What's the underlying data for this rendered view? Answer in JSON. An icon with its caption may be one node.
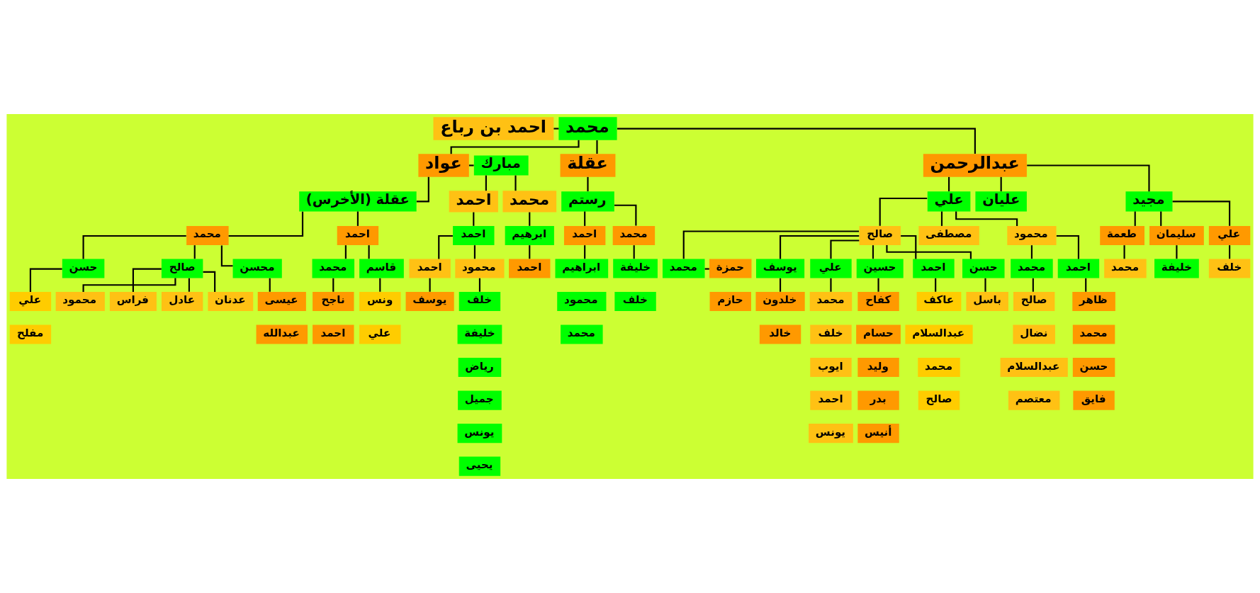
{
  "diagram": {
    "nodes": [
      {
        "text": [
          "احمد بن رباع"
        ]
      },
      {
        "text": [
          "محمد"
        ]
      },
      {
        "text": [
          "عواد"
        ]
      },
      {
        "text": [
          "مبارك"
        ]
      },
      {
        "text": [
          "عقلة"
        ]
      },
      {
        "text": [
          "عبدالرحمن"
        ]
      },
      {
        "text": [
          "عقلة (الأخرس)"
        ]
      },
      {
        "text": [
          "محمد"
        ]
      },
      {
        "text": [
          "احمد"
        ]
      },
      {
        "text": [
          "محسن"
        ]
      },
      {
        "text": [
          "حسن"
        ]
      },
      {
        "text": [
          "صالح"
        ]
      },
      {
        "text": [
          "عيسى"
        ]
      },
      {
        "text": [
          "عبدالله"
        ]
      },
      {
        "text": [
          "علي"
        ]
      },
      {
        "text": [
          "مفلح"
        ]
      },
      {
        "text": [
          "محمد"
        ]
      },
      {
        "text": [
          "قاسم"
        ]
      },
      {
        "text": [
          "ناجح"
        ]
      },
      {
        "text": [
          "احمد"
        ]
      },
      {
        "text": [
          "ونس"
        ]
      },
      {
        "text": [
          "علي"
        ]
      },
      {
        "text": [
          "فراس"
        ]
      },
      {
        "text": [
          "عادل"
        ]
      },
      {
        "text": [
          "عدنان"
        ]
      },
      {
        "text": [
          "محمود"
        ]
      },
      {
        "text": [
          "محمد"
        ]
      },
      {
        "text": [
          "احمد"
        ]
      },
      {
        "text": [
          "ابرهيم"
        ]
      },
      {
        "text": [
          "احمد"
        ]
      },
      {
        "text": [
          "احمد"
        ]
      },
      {
        "text": [
          "احمد"
        ]
      },
      {
        "text": [
          "محمود"
        ]
      },
      {
        "text": [
          "يوسف"
        ]
      },
      {
        "text": [
          "خلف"
        ]
      },
      {
        "text": [
          "خليفة"
        ]
      },
      {
        "text": [
          "رياض"
        ]
      },
      {
        "text": [
          "جميل"
        ]
      },
      {
        "text": [
          "يونس"
        ]
      },
      {
        "text": [
          "يحيى"
        ]
      },
      {
        "text": [
          "رستم"
        ]
      },
      {
        "text": [
          "احمد"
        ]
      },
      {
        "text": [
          "محمد"
        ]
      },
      {
        "text": [
          "ابراهيم"
        ]
      },
      {
        "text": [
          "محمود"
        ]
      },
      {
        "text": [
          "محمد"
        ]
      },
      {
        "text": [
          "خليفة"
        ]
      },
      {
        "text": [
          "خلف"
        ]
      },
      {
        "text": [
          "مجيد"
        ]
      },
      {
        "text": [
          "علي"
        ]
      },
      {
        "text": [
          "عليان"
        ]
      },
      {
        "text": [
          "طعمة"
        ]
      },
      {
        "text": [
          "سليمان"
        ]
      },
      {
        "text": [
          "علي"
        ]
      },
      {
        "text": [
          "محمد"
        ]
      },
      {
        "text": [
          "خليفة"
        ]
      },
      {
        "text": [
          "خلف"
        ]
      },
      {
        "text": [
          "صالح"
        ]
      },
      {
        "text": [
          "مصطفى"
        ]
      },
      {
        "text": [
          "محمود"
        ]
      },
      {
        "text": [
          "محمد"
        ]
      },
      {
        "text": [
          "حمزة"
        ]
      },
      {
        "text": [
          "حازم"
        ]
      },
      {
        "text": [
          "احمد"
        ]
      },
      {
        "text": [
          "يوسف"
        ]
      },
      {
        "text": [
          "حسن"
        ]
      },
      {
        "text": [
          "حسين"
        ]
      },
      {
        "text": [
          "علي"
        ]
      },
      {
        "text": [
          "عاكف"
        ]
      },
      {
        "text": [
          "عبدالسلام"
        ]
      },
      {
        "text": [
          "محمد"
        ]
      },
      {
        "text": [
          "صالح"
        ]
      },
      {
        "text": [
          "خلدون"
        ]
      },
      {
        "text": [
          "خالد"
        ]
      },
      {
        "text": [
          "باسل"
        ]
      },
      {
        "text": [
          "كفاح"
        ]
      },
      {
        "text": [
          "حسام"
        ]
      },
      {
        "text": [
          "وليد"
        ]
      },
      {
        "text": [
          "بدر"
        ]
      },
      {
        "text": [
          "أنيس"
        ]
      },
      {
        "text": [
          "محمد"
        ]
      },
      {
        "text": [
          "خلف"
        ]
      },
      {
        "text": [
          "ايوب"
        ]
      },
      {
        "text": [
          "احمد"
        ]
      },
      {
        "text": [
          "يونس"
        ]
      },
      {
        "text": [
          "احمد"
        ]
      },
      {
        "text": [
          "محمد"
        ]
      },
      {
        "text": [
          "ظاهر"
        ]
      },
      {
        "text": [
          "محمد"
        ]
      },
      {
        "text": [
          "حسن"
        ]
      },
      {
        "text": [
          "فايق"
        ]
      },
      {
        "text": [
          "صالح"
        ]
      },
      {
        "text": [
          "نضال"
        ]
      },
      {
        "text": [
          "عبدالسلام"
        ]
      },
      {
        "text": [
          "معتصم"
        ]
      }
    ],
    "edges": [
      {
        "from": 0,
        "to": 1,
        "arrow": "none"
      },
      {
        "from": 1,
        "to": 2,
        "arrow": "none"
      },
      {
        "from": 1,
        "to": 4,
        "arrow": "none"
      },
      {
        "from": 1,
        "to": 5,
        "arrow": "none"
      },
      {
        "from": 2,
        "to": 3,
        "arrow": "none"
      },
      {
        "from": 2,
        "to": 6,
        "arrow": "none"
      },
      {
        "from": 6,
        "to": 7,
        "arrow": "none"
      },
      {
        "from": 6,
        "to": 8,
        "arrow": "none"
      },
      {
        "from": 7,
        "to": 9,
        "arrow": "none"
      },
      {
        "from": 7,
        "to": 11,
        "arrow": "none"
      },
      {
        "from": 7,
        "to": 10,
        "arrow": "none"
      },
      {
        "from": 8,
        "to": 16,
        "arrow": "none"
      },
      {
        "from": 8,
        "to": 17,
        "arrow": "none"
      },
      {
        "from": 9,
        "to": 12,
        "arrow": "none"
      },
      {
        "from": 10,
        "to": 14,
        "arrow": "none"
      },
      {
        "from": 16,
        "to": 18,
        "arrow": "none"
      },
      {
        "from": 17,
        "to": 20,
        "arrow": "none"
      },
      {
        "from": 11,
        "to": 22,
        "arrow": "none"
      },
      {
        "from": 11,
        "to": 23,
        "arrow": "none"
      },
      {
        "from": 11,
        "to": 24,
        "arrow": "none"
      },
      {
        "from": 11,
        "to": 25,
        "arrow": "none"
      },
      {
        "from": 3,
        "to": 26,
        "arrow": "none"
      },
      {
        "from": 3,
        "to": 27,
        "arrow": "none"
      },
      {
        "from": 26,
        "to": 28,
        "arrow": "none"
      },
      {
        "from": 28,
        "to": 29,
        "arrow": "none"
      },
      {
        "from": 27,
        "to": 30,
        "arrow": "none"
      },
      {
        "from": 30,
        "to": 31,
        "arrow": "none"
      },
      {
        "from": 30,
        "to": 32,
        "arrow": "none"
      },
      {
        "from": 31,
        "to": 33,
        "arrow": "none"
      },
      {
        "from": 32,
        "to": 34,
        "arrow": "none"
      },
      {
        "from": 4,
        "to": 40,
        "arrow": "none"
      },
      {
        "from": 40,
        "to": 41,
        "arrow": "none"
      },
      {
        "from": 40,
        "to": 42,
        "arrow": "none"
      },
      {
        "from": 41,
        "to": 43,
        "arrow": "none"
      },
      {
        "from": 42,
        "to": 46,
        "arrow": "none"
      },
      {
        "from": 5,
        "to": 48,
        "arrow": "none"
      },
      {
        "from": 5,
        "to": 49,
        "arrow": "none"
      },
      {
        "from": 5,
        "to": 50,
        "arrow": "none"
      },
      {
        "from": 48,
        "to": 51,
        "arrow": "none"
      },
      {
        "from": 48,
        "to": 52,
        "arrow": "none"
      },
      {
        "from": 48,
        "to": 53,
        "arrow": "none"
      },
      {
        "from": 51,
        "to": 54,
        "arrow": "none"
      },
      {
        "from": 52,
        "to": 55,
        "arrow": "none"
      },
      {
        "from": 53,
        "to": 56,
        "arrow": "none"
      },
      {
        "from": 49,
        "to": 57,
        "arrow": "none"
      },
      {
        "from": 49,
        "to": 58,
        "arrow": "none"
      },
      {
        "from": 49,
        "to": 59,
        "arrow": "none"
      },
      {
        "from": 57,
        "to": 60,
        "arrow": "none"
      },
      {
        "from": 60,
        "to": 61,
        "arrow": "none"
      },
      {
        "from": 57,
        "to": 63,
        "arrow": "none"
      },
      {
        "from": 57,
        "to": 64,
        "arrow": "none"
      },
      {
        "from": 57,
        "to": 65,
        "arrow": "none"
      },
      {
        "from": 57,
        "to": 66,
        "arrow": "none"
      },
      {
        "from": 57,
        "to": 67,
        "arrow": "none"
      },
      {
        "from": 63,
        "to": 68,
        "arrow": "none"
      },
      {
        "from": 64,
        "to": 72,
        "arrow": "none"
      },
      {
        "from": 65,
        "to": 74,
        "arrow": "none"
      },
      {
        "from": 66,
        "to": 75,
        "arrow": "none"
      },
      {
        "from": 67,
        "to": 80,
        "arrow": "none"
      },
      {
        "from": 59,
        "to": 85,
        "arrow": "none"
      },
      {
        "from": 59,
        "to": 86,
        "arrow": "none"
      },
      {
        "from": 85,
        "to": 87,
        "arrow": "none"
      },
      {
        "from": 86,
        "to": 91,
        "arrow": "none"
      }
    ]
  }
}
